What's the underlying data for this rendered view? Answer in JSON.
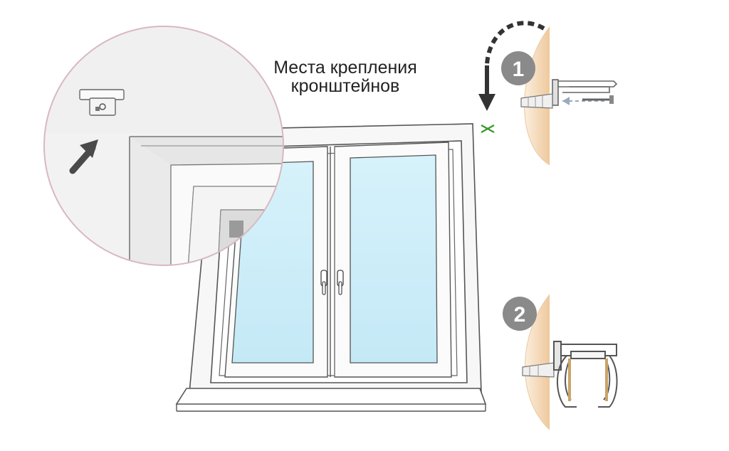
{
  "caption": {
    "line1": "Места крепления",
    "line2": "кронштейнов"
  },
  "steps": [
    {
      "number": "1"
    },
    {
      "number": "2"
    }
  ],
  "colors": {
    "wall": "#f4d8b4",
    "glass": "#cfeef8",
    "frame_stroke": "#555555",
    "badge": "#8a8a8a",
    "arrow": "#444444",
    "mark": "#3a9a2a"
  }
}
